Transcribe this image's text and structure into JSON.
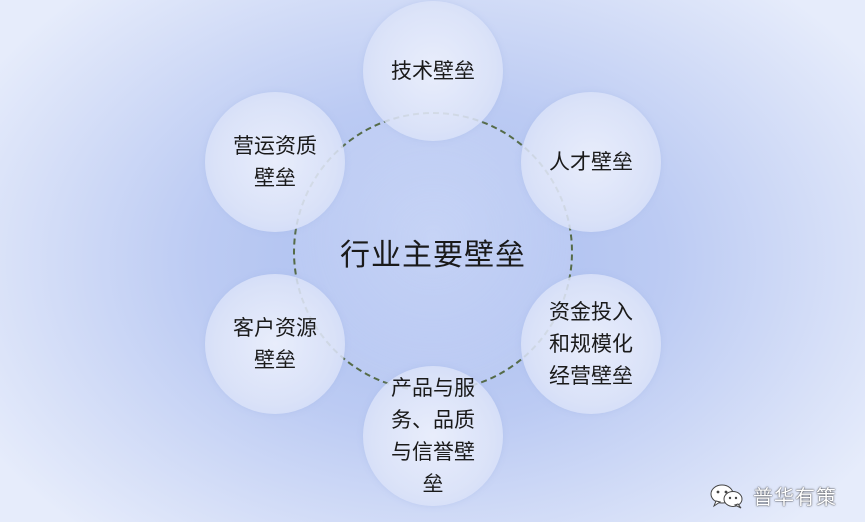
{
  "diagram": {
    "center": {
      "label": "行业主要壁垒"
    },
    "nodes": [
      {
        "id": "tech",
        "label": "技术壁垒"
      },
      {
        "id": "talent",
        "label": "人才壁垒"
      },
      {
        "id": "capital",
        "label": "资金投入\n和规模化\n经营壁垒"
      },
      {
        "id": "product",
        "label": "产品与服\n务、品质\n与信誉壁\n垒"
      },
      {
        "id": "customer",
        "label": "客户资源\n壁垒"
      },
      {
        "id": "ops",
        "label": "营运资质\n壁垒"
      }
    ]
  },
  "watermark": {
    "icon": "wechat-icon",
    "text": "普华有策"
  }
}
